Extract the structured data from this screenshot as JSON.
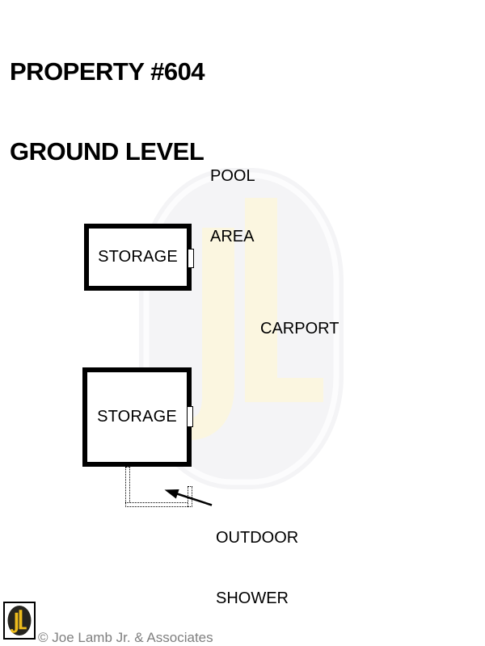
{
  "page": {
    "title_line1": "PROPERTY #604",
    "title_line2": "GROUND LEVEL"
  },
  "areas": {
    "pool": {
      "line1": "POOL",
      "line2": "AREA"
    },
    "carport": {
      "label": "CARPORT"
    },
    "storage_top": {
      "label": "STORAGE"
    },
    "storage_bottom": {
      "label": "STORAGE"
    },
    "outdoor_shower": {
      "line1": "OUTDOOR",
      "line2": "SHOWER"
    }
  },
  "branding": {
    "monogram": "JL",
    "copyright": "© Joe Lamb Jr. & Associates"
  },
  "colors": {
    "line_black": "#000000",
    "copyright_gray": "#7f7f7f",
    "logo_yellow": "#edbc1c",
    "logo_dark": "#26251f",
    "watermark_gray": "#f4f4f6",
    "watermark_cream": "#fbf6e0"
  }
}
